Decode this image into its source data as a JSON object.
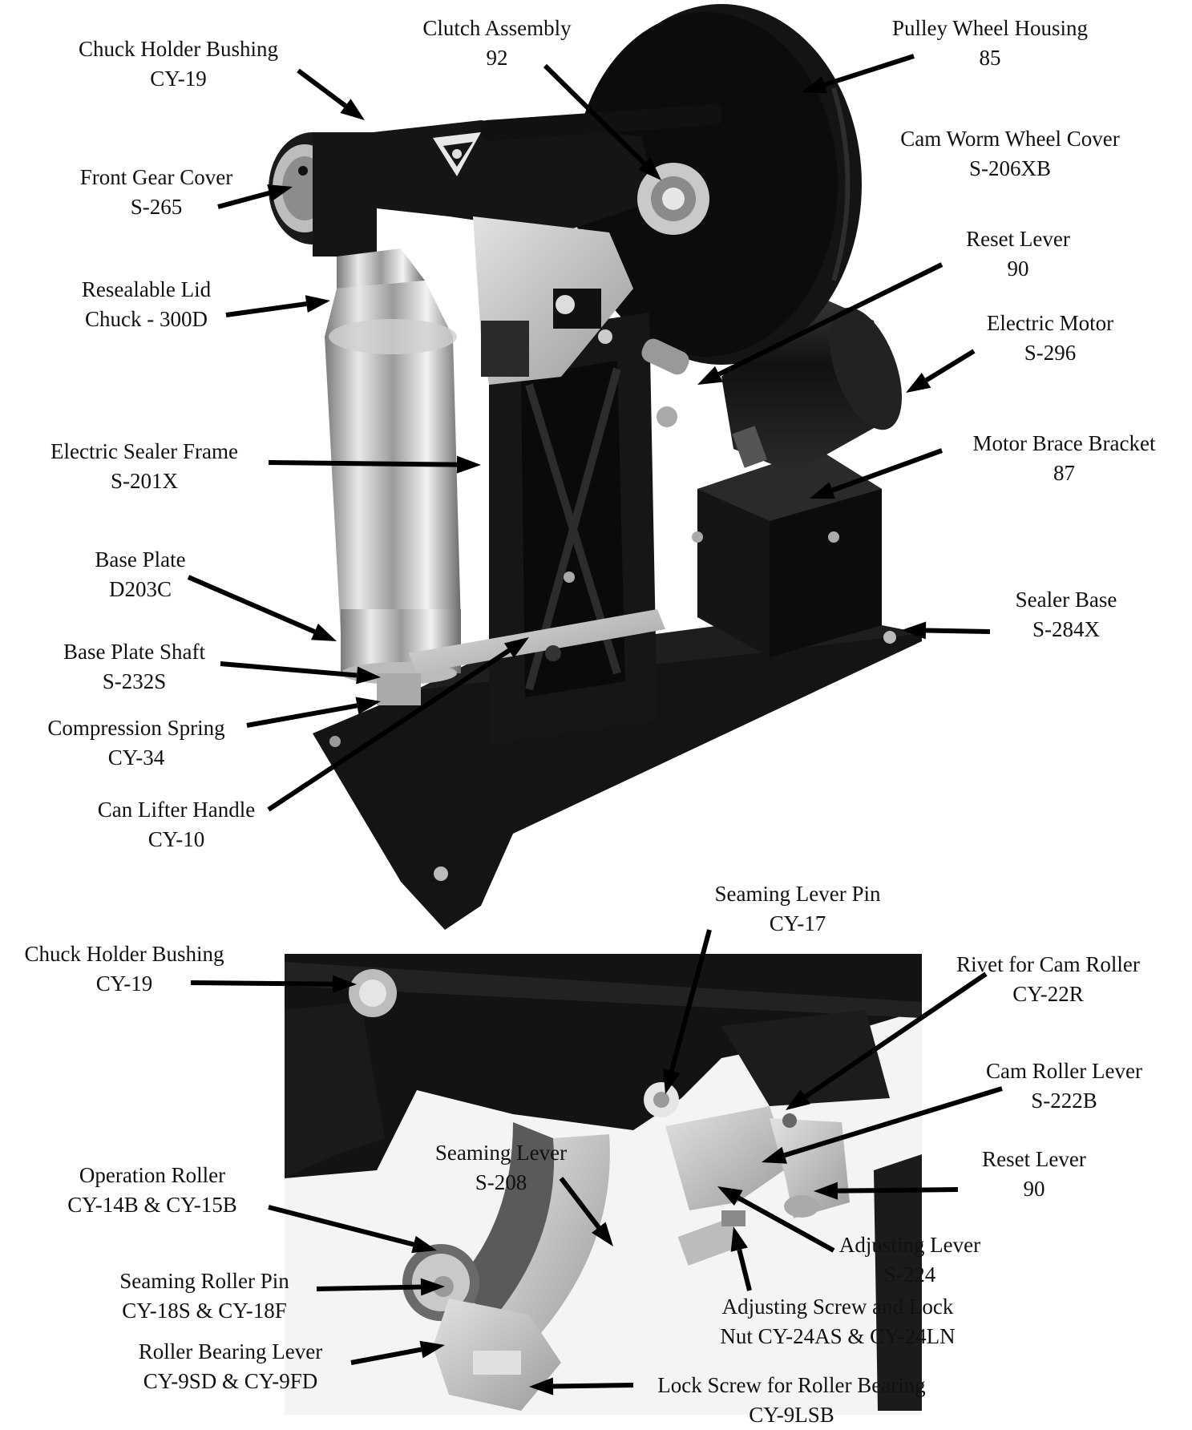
{
  "top": {
    "labels": [
      {
        "id": "chuck-holder-bushing",
        "name": "Chuck Holder Bushing",
        "part": "CY-19"
      },
      {
        "id": "clutch-assembly",
        "name": "Clutch Assembly",
        "part": "92"
      },
      {
        "id": "pulley-wheel-housing",
        "name": "Pulley Wheel Housing",
        "part": "85"
      },
      {
        "id": "cam-worm-wheel-cover",
        "name": "Cam Worm Wheel Cover",
        "part": "S-206XB"
      },
      {
        "id": "front-gear-cover",
        "name": "Front Gear Cover",
        "part": "S-265"
      },
      {
        "id": "reset-lever",
        "name": "Reset Lever",
        "part": "90"
      },
      {
        "id": "resealable-lid-chuck",
        "name": "Resealable Lid",
        "part": "Chuck - 300D"
      },
      {
        "id": "electric-motor",
        "name": "Electric Motor",
        "part": "S-296"
      },
      {
        "id": "electric-sealer-frame",
        "name": "Electric Sealer Frame",
        "part": "S-201X"
      },
      {
        "id": "motor-brace-bracket",
        "name": "Motor Brace Bracket",
        "part": "87"
      },
      {
        "id": "base-plate",
        "name": "Base Plate",
        "part": "D203C"
      },
      {
        "id": "sealer-base",
        "name": "Sealer Base",
        "part": "S-284X"
      },
      {
        "id": "base-plate-shaft",
        "name": "Base Plate Shaft",
        "part": "S-232S"
      },
      {
        "id": "compression-spring",
        "name": "Compression Spring",
        "part": "CY-34"
      },
      {
        "id": "can-lifter-handle",
        "name": "Can Lifter Handle",
        "part": "CY-10"
      }
    ]
  },
  "bottom": {
    "labels": [
      {
        "id": "seaming-lever-pin",
        "name": "Seaming Lever Pin",
        "part": "CY-17"
      },
      {
        "id": "chuck-holder-bushing-2",
        "name": "Chuck Holder Bushing",
        "part": "CY-19"
      },
      {
        "id": "rivet-for-cam-roller",
        "name": "Rivet for Cam Roller",
        "part": "CY-22R"
      },
      {
        "id": "cam-roller-lever",
        "name": "Cam Roller Lever",
        "part": "S-222B"
      },
      {
        "id": "seaming-lever",
        "name": "Seaming Lever",
        "part": "S-208"
      },
      {
        "id": "reset-lever-2",
        "name": "Reset Lever",
        "part": "90"
      },
      {
        "id": "operation-roller",
        "name": "Operation Roller",
        "part": "CY-14B & CY-15B"
      },
      {
        "id": "adjusting-lever",
        "name": "Adjusting Lever",
        "part": "S-224"
      },
      {
        "id": "seaming-roller-pin",
        "name": "Seaming Roller Pin",
        "part": "CY-18S & CY-18F"
      },
      {
        "id": "adjusting-screw-lock-nut",
        "name": "Adjusting Screw and Lock",
        "part": "Nut CY-24AS & CY-24LN"
      },
      {
        "id": "roller-bearing-lever",
        "name": "Roller Bearing Lever",
        "part": "CY-9SD & CY-9FD"
      },
      {
        "id": "lock-screw-roller-bearing",
        "name": "Lock Screw for Roller Bearing",
        "part": "CY-9LSB"
      }
    ]
  },
  "colors": {
    "machine": "#141414",
    "metal": "#cfcfcf",
    "label": "#111111"
  }
}
